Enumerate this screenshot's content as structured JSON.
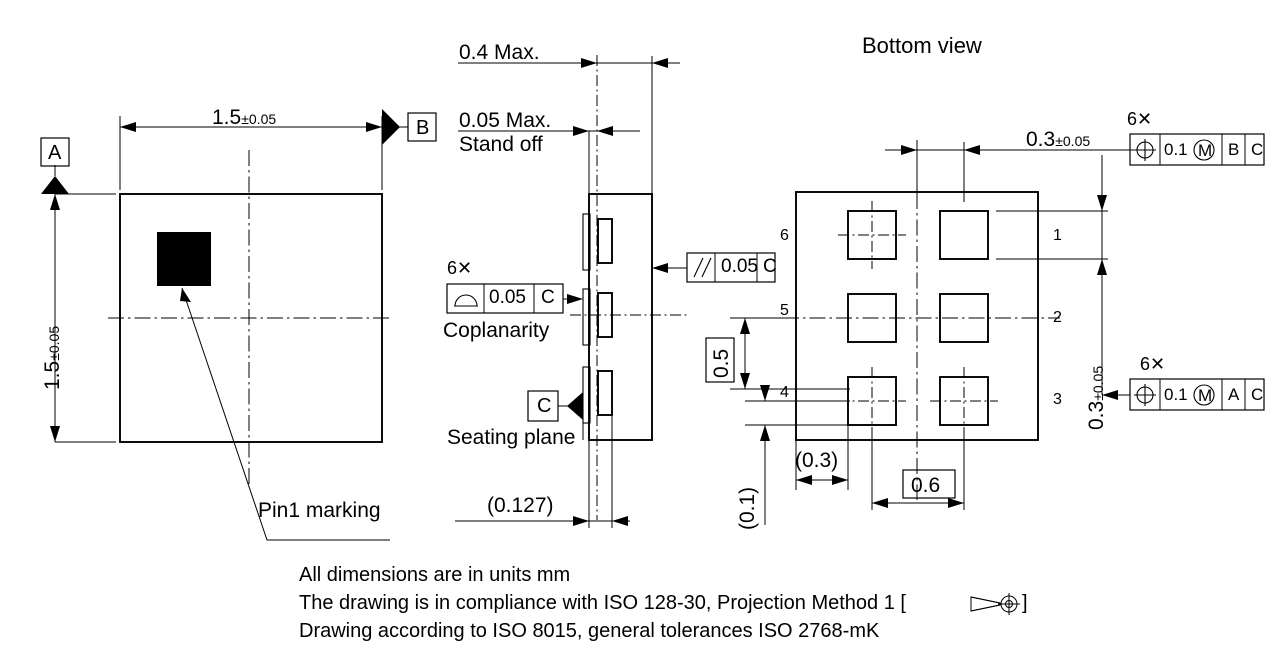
{
  "drawing": {
    "title_bottom_view": "Bottom view",
    "notes": [
      "All dimensions are in units mm",
      "The drawing is in compliance with ISO 128-30, Projection Method 1 [",
      "]",
      "Drawing according to ISO 8015, general tolerances ISO 2768-mK"
    ],
    "note_line1": "All dimensions are in units mm",
    "note_line2_pre": "The drawing is in compliance with ISO 128-30, Projection Method 1 [",
    "note_line2_post": "]",
    "note_line3": "Drawing according to ISO 8015, general tolerances ISO 2768-mK"
  },
  "top_view": {
    "width_dim": "1.5",
    "width_tol": "±0.05",
    "height_dim": "1.5",
    "height_tol": "±0.05",
    "datum_a": "A",
    "datum_b": "B",
    "pin1_label": "Pin1 marking"
  },
  "side_view": {
    "height_max": "0.4 Max.",
    "standoff_max": "0.05 Max.",
    "standoff_label": "Stand off",
    "lead_width": "(0.127)",
    "coplanarity_qty": "6✕",
    "coplanarity_tol": "0.05",
    "coplanarity_datum": "C",
    "coplanarity_label": "Coplanarity",
    "seating_plane_datum": "C",
    "seating_plane_label": "Seating plane",
    "parallelism_tol": "0.05",
    "parallelism_datum": "C"
  },
  "bottom_view": {
    "pin_numbers": [
      "1",
      "2",
      "3",
      "4",
      "5",
      "6"
    ],
    "pitch_x_dim": "0.3",
    "pitch_x_tol": "±0.05",
    "pitch_y_dim": "0.3",
    "pitch_y_tol": "±0.05",
    "dim_0_5": "0.5",
    "dim_0_6": "0.6",
    "dim_0_3_ref": "(0.3)",
    "dim_0_1_ref": "(0.1)",
    "fcf_top": {
      "qty": "6✕",
      "symbol": "position-icon",
      "tol": "0.1",
      "modifier": "M",
      "datum1": "B",
      "datum2": "C"
    },
    "fcf_bottom": {
      "qty": "6✕",
      "symbol": "position-icon",
      "tol": "0.1",
      "modifier": "M",
      "datum1": "A",
      "datum2": "C"
    }
  },
  "colors": {
    "line": "#000000",
    "background": "#ffffff",
    "pin1_marking": "#000000"
  }
}
